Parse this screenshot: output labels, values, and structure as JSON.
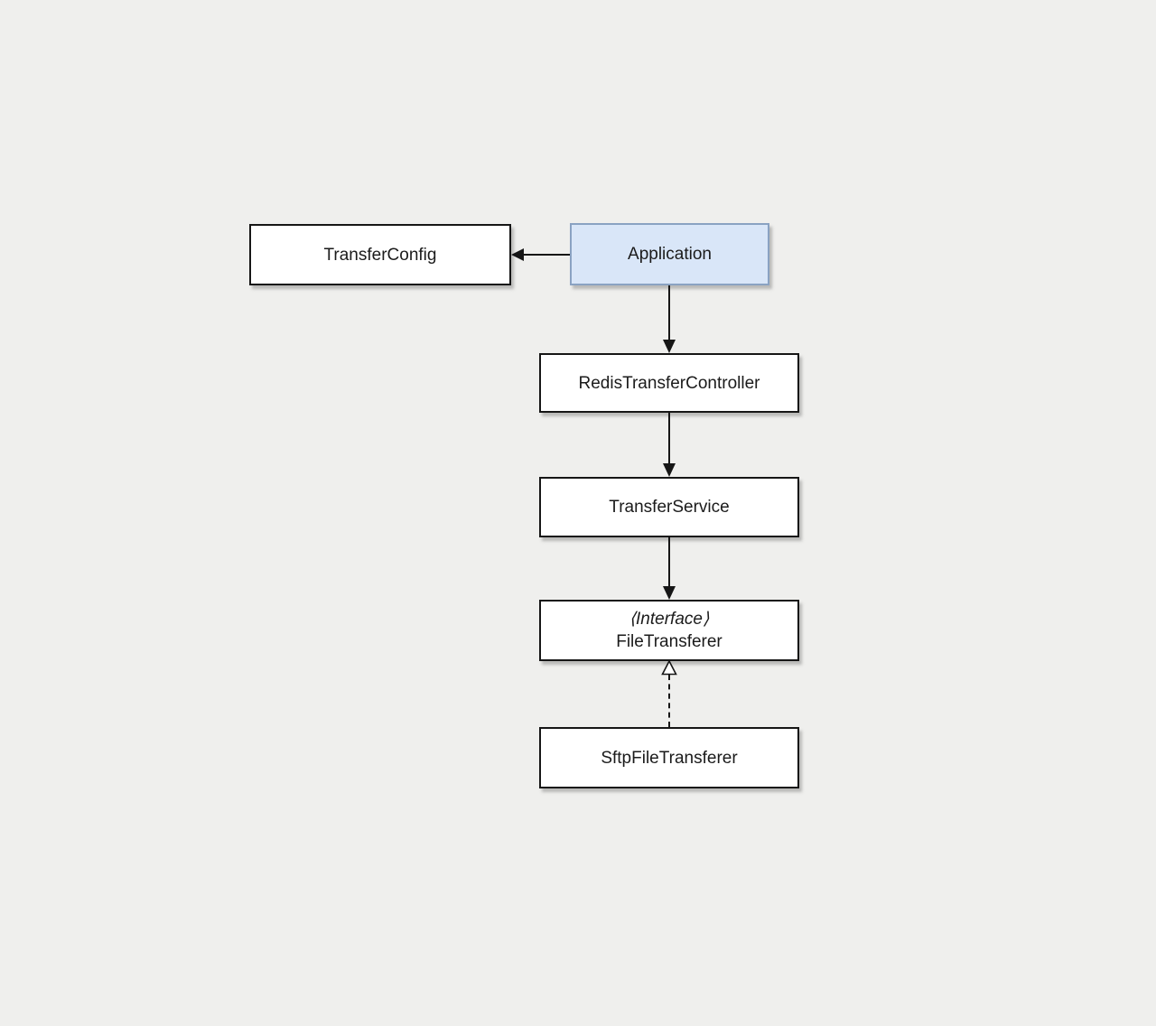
{
  "diagram": {
    "type": "uml-class-diagram",
    "nodes": {
      "transfer_config": {
        "label": "TransferConfig"
      },
      "application": {
        "label": "Application",
        "highlighted": true
      },
      "redis_transfer_controller": {
        "label": "RedisTransferController"
      },
      "transfer_service": {
        "label": "TransferService"
      },
      "file_transferer": {
        "stereotype": "⟨Interface⟩",
        "label": "FileTransferer"
      },
      "sftp_file_transferer": {
        "label": "SftpFileTransferer"
      }
    },
    "edges": [
      {
        "from": "Application",
        "to": "TransferConfig",
        "style": "solid",
        "head": "filled-arrow",
        "direction": "left"
      },
      {
        "from": "Application",
        "to": "RedisTransferController",
        "style": "solid",
        "head": "filled-arrow",
        "direction": "down"
      },
      {
        "from": "RedisTransferController",
        "to": "TransferService",
        "style": "solid",
        "head": "filled-arrow",
        "direction": "down"
      },
      {
        "from": "TransferService",
        "to": "FileTransferer",
        "style": "solid",
        "head": "filled-arrow",
        "direction": "down"
      },
      {
        "from": "SftpFileTransferer",
        "to": "FileTransferer",
        "style": "dashed",
        "head": "hollow-triangle",
        "direction": "up",
        "relation": "realization"
      }
    ],
    "colors": {
      "background": "#efefed",
      "node_fill": "#ffffff",
      "node_border": "#161616",
      "text": "#1b1b1b",
      "arrow": "#161616",
      "highlight_fill": "#d9e6f8",
      "highlight_border": "#8aa2c2",
      "shadow": "rgba(120,120,120,0.45)"
    }
  }
}
